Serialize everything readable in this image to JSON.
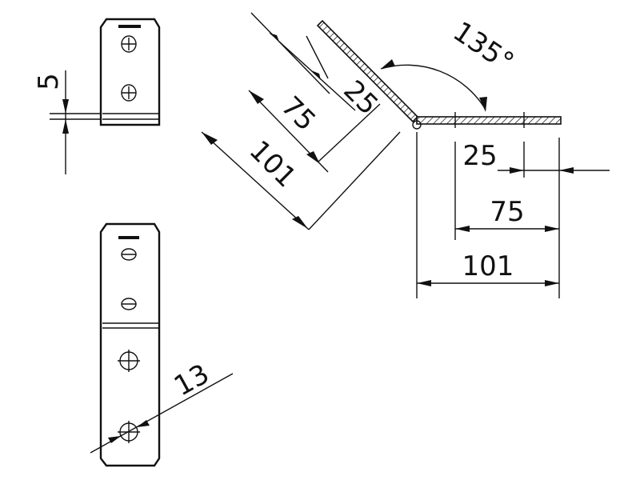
{
  "dimensions": {
    "thickness": "5",
    "angle": "135°",
    "hole_diameter": "13",
    "angled_leg": {
      "hole_offset": "25",
      "hole_spacing": "75",
      "length": "101"
    },
    "flat_leg": {
      "hole_offset": "25",
      "hole_spacing": "75",
      "length": "101"
    }
  },
  "colors": {
    "line": "#111111",
    "background": "#ffffff"
  }
}
